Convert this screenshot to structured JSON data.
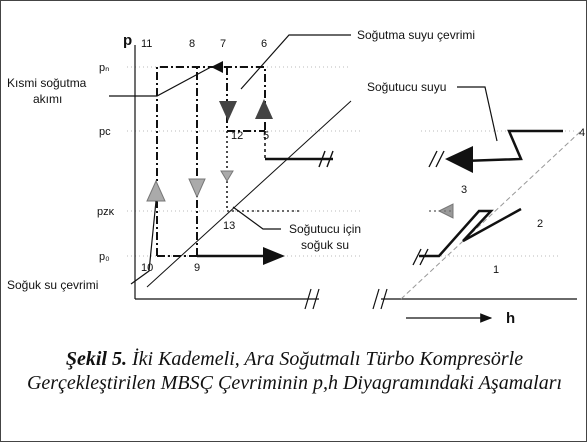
{
  "figure": {
    "axis_labels": {
      "p": "p",
      "h": "h"
    },
    "pressure_levels": {
      "pn": "pₙ",
      "pc": "pᴄ",
      "pzk": "pᴢᴋ",
      "p0": "p₀"
    },
    "state_numbers": {
      "n11": "11",
      "n8": "8",
      "n7": "7",
      "n6": "6",
      "n12": "12",
      "n5": "5",
      "n13": "13",
      "n10": "10",
      "n9": "9",
      "n4": "4",
      "n3": "3",
      "n2": "2",
      "n1": "1"
    },
    "annotations": {
      "cooling_water_cycle": "Soğutma suyu çevrimi",
      "partial_cooling_line1": "Kısmi soğutma",
      "partial_cooling_line2": "akımı",
      "refrigerant_water": "Soğutucu suyu",
      "chilled_water_line1": "Soğutucu için",
      "chilled_water_line2": "soğuk su",
      "cold_water_cycle": "Soğuk su çevrimi"
    }
  },
  "caption": {
    "head": "Şekil 5.",
    "text": "İki Kademeli, Ara Soğutmalı Türbo Kompresörle Gerçekleştirilen MBSÇ Çevriminin p,h Diyagramındaki Aşamaları"
  }
}
